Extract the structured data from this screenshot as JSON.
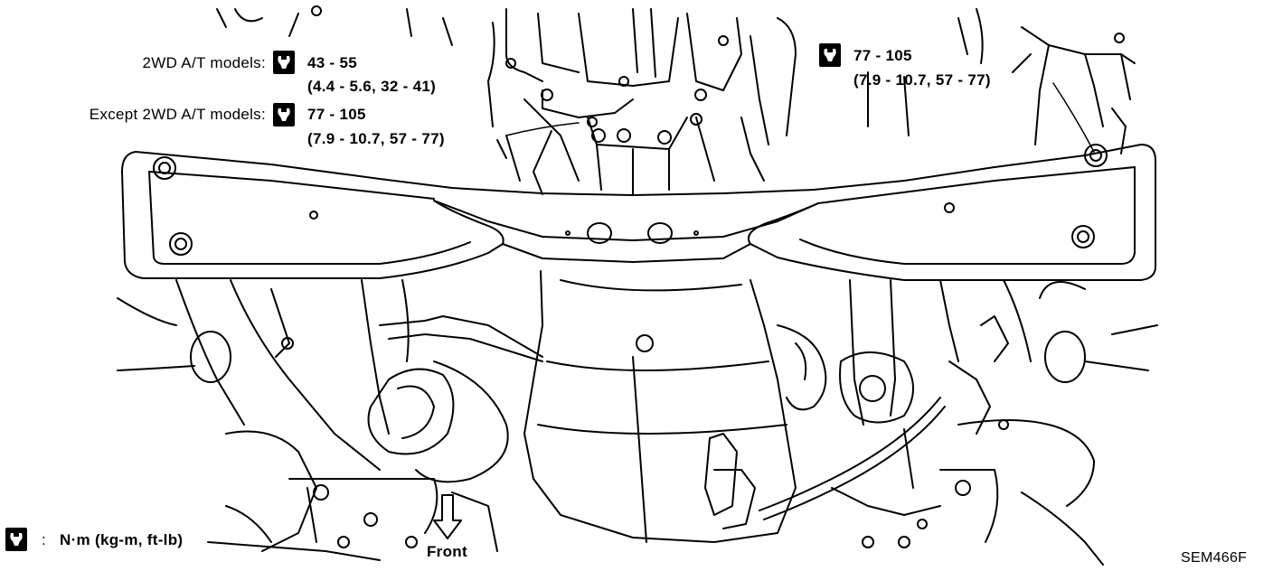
{
  "callouts": {
    "left_top": {
      "label": "2WD A/T models:",
      "value": "43 - 55",
      "detail": "(4.4 - 5.6, 32 - 41)"
    },
    "left_bottom": {
      "label": "Except 2WD A/T models:",
      "value": "77 - 105",
      "detail": "(7.9 - 10.7, 57 - 77)"
    },
    "right": {
      "value": "77 - 105",
      "detail": "(7.9 - 10.7, 57 - 77)"
    }
  },
  "legend": {
    "separator": ":",
    "units": "N·m (kg-m, ft-lb)"
  },
  "direction": {
    "label": "Front"
  },
  "figure_code": "SEM466F",
  "icons": [
    "torque-wrench-icon",
    "front-arrow-icon"
  ]
}
